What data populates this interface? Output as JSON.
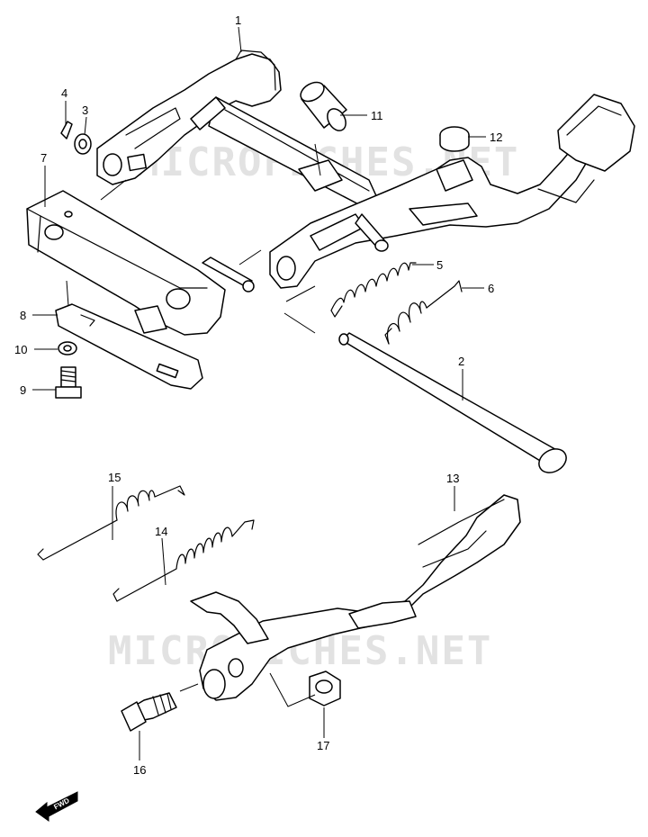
{
  "watermark": {
    "text": "MICROFICHES.NET"
  },
  "callouts": [
    {
      "id": "p1",
      "label": "1"
    },
    {
      "id": "p2",
      "label": "2"
    },
    {
      "id": "p3",
      "label": "3"
    },
    {
      "id": "p4",
      "label": "4"
    },
    {
      "id": "p5",
      "label": "5"
    },
    {
      "id": "p6",
      "label": "6"
    },
    {
      "id": "p7",
      "label": "7"
    },
    {
      "id": "p8",
      "label": "8"
    },
    {
      "id": "p9",
      "label": "9"
    },
    {
      "id": "p10",
      "label": "10"
    },
    {
      "id": "p11",
      "label": "11"
    },
    {
      "id": "p12",
      "label": "12"
    },
    {
      "id": "p13",
      "label": "13"
    },
    {
      "id": "p14",
      "label": "14"
    },
    {
      "id": "p15",
      "label": "15"
    },
    {
      "id": "p16",
      "label": "16"
    },
    {
      "id": "p17",
      "label": "17"
    }
  ],
  "fwd_badge": {
    "label": "FWD",
    "icon": "arrow-fwd-icon"
  }
}
